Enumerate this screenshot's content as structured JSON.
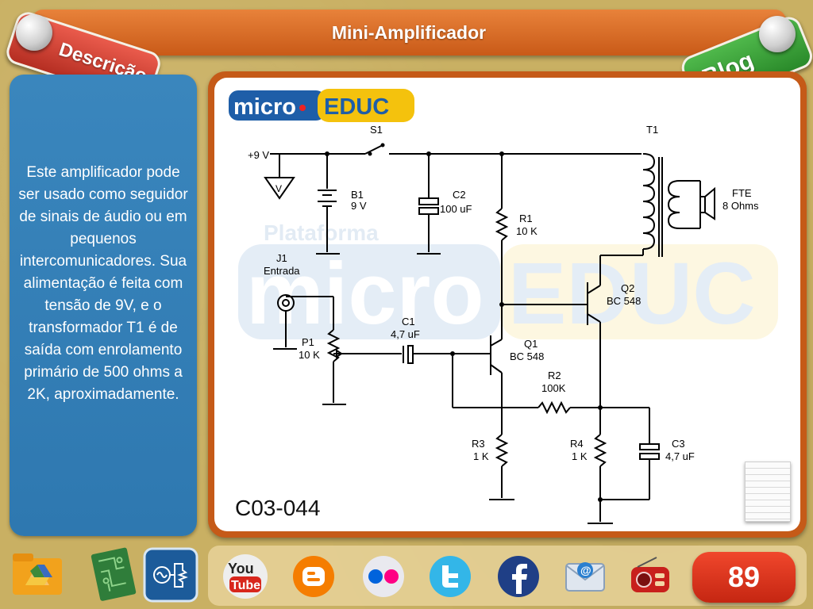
{
  "header": {
    "title": "Mini-Amplificador"
  },
  "tabs": {
    "description": "Descrição",
    "blog": "Blog"
  },
  "description": {
    "text": "Este amplificador pode ser usado como seguidor de sinais de áudio ou em pequenos intercomunicadores. Sua alimentação é feita com tensão de 9V, e o transformador T1 é de saída com enrolamento primário de 500 ohms a 2K, aproximadamente."
  },
  "diagram": {
    "logo": {
      "part1": "micro",
      "part2": "EDUC"
    },
    "watermark": {
      "line1": "Plataforma",
      "part1": "micro",
      "part2": "EDUC"
    },
    "code": "C03-044",
    "labels": {
      "supply": "+9 V",
      "meter": "V",
      "s1": "S1",
      "t1": "T1",
      "b1": "B1",
      "b1_val": "9 V",
      "c2": "C2",
      "c2_val": "100 uF",
      "r1": "R1",
      "r1_val": "10 K",
      "fte": "FTE",
      "fte_val": "8 Ohms",
      "j1": "J1",
      "j1_val": "Entrada",
      "q2": "Q2",
      "q2_val": "BC 548",
      "c1": "C1",
      "c1_val": "4,7 uF",
      "p1": "P1",
      "p1_val": "10 K",
      "q1": "Q1",
      "q1_val": "BC 548",
      "r2": "R2",
      "r2_val": "100K",
      "r3": "R3",
      "r3_val": "1 K",
      "r4": "R4",
      "r4_val": "1 K",
      "c3": "C3",
      "c3_val": "4,7 uF"
    }
  },
  "bottom_bar": {
    "page_number": "89",
    "icons": [
      "drive-icon",
      "pcb-icon",
      "circuit-icon",
      "youtube-icon",
      "blogger-icon",
      "flickr-icon",
      "twitter-icon",
      "facebook-icon",
      "email-icon",
      "radio-icon"
    ],
    "youtube_text": {
      "line1": "You",
      "line2": "Tube"
    }
  },
  "colors": {
    "header": "#d96a24",
    "description_panel": "#3a86bd",
    "diagram_frame": "#c55a18",
    "page_badge": "#e0361e",
    "blog_tab": "#3ea33c",
    "description_tab": "#d5433a"
  }
}
